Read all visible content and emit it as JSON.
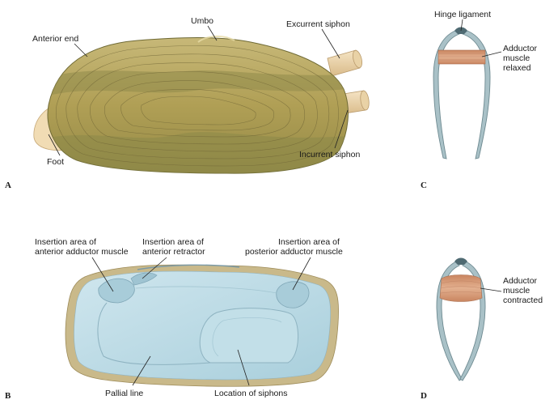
{
  "panels": {
    "a": {
      "letter": "A",
      "labels": {
        "umbo": "Umbo",
        "anterior_end": "Anterior end",
        "excurrent_siphon": "Excurrent siphon",
        "foot": "Foot",
        "incurrent_siphon": "Incurrent siphon"
      }
    },
    "b": {
      "letter": "B",
      "labels": {
        "anterior_adductor_1": "Insertion area of",
        "anterior_adductor_2": "anterior adductor muscle",
        "anterior_retractor_1": "Insertion area of",
        "anterior_retractor_2": "anterior retractor",
        "posterior_adductor_1": "Insertion area of",
        "posterior_adductor_2": "posterior adductor muscle",
        "pallial_line": "Pallial line",
        "location_of_siphons": "Location of siphons"
      }
    },
    "c": {
      "letter": "C",
      "labels": {
        "hinge_ligament": "Hinge ligament",
        "adductor_1": "Adductor",
        "adductor_2": "muscle",
        "adductor_3": "relaxed"
      }
    },
    "d": {
      "letter": "D",
      "labels": {
        "adductor_1": "Adductor",
        "adductor_2": "muscle",
        "adductor_3": "contracted"
      }
    }
  },
  "colors": {
    "shell_olive": "#b3a45c",
    "shell_band": "#8f8a4a",
    "shell_inner": "#bcdbe6",
    "shell_rim": "#c9b98a",
    "siphon": "#efd9b0",
    "foot": "#f1dcb4",
    "muscle": "#d9a27e",
    "valve": "#9fb8bf"
  }
}
